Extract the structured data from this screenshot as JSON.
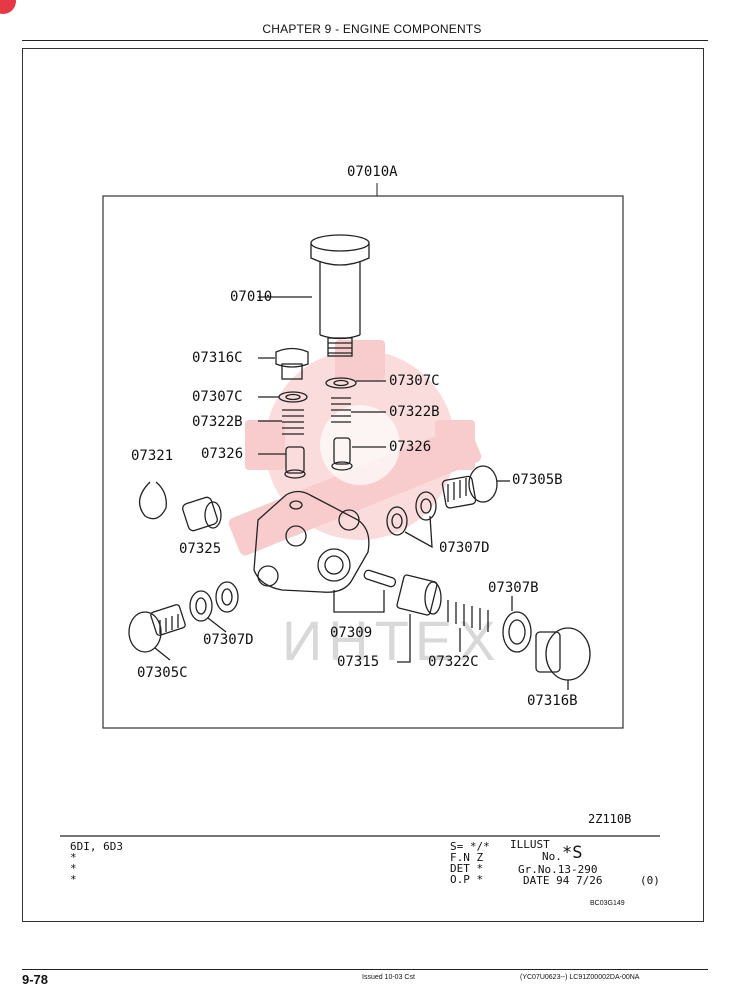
{
  "header": {
    "title": "CHAPTER 9 - ENGINE COMPONENTS"
  },
  "diagram": {
    "assembly_label": "07010A",
    "parts": {
      "p07010": "07010",
      "p07316C": "07316C",
      "p07307C_left": "07307C",
      "p07322B_left": "07322B",
      "p07326_left": "07326",
      "p07321": "07321",
      "p07307C_right": "07307C",
      "p07322B_right": "07322B",
      "p07326_right": "07326",
      "p07305B": "07305B",
      "p07325": "07325",
      "p07307D_right": "07307D",
      "p07307B": "07307B",
      "p07307D_left": "07307D",
      "p07309": "07309",
      "p07305C": "07305C",
      "p07315": "07315",
      "p07322C": "07322C",
      "p07316B": "07316B"
    },
    "figure_code": "2Z110B",
    "watermark": "ИНТЕХ"
  },
  "info_block": {
    "models": "6DI, 6D3",
    "left_marks": [
      "*",
      "*",
      "*"
    ],
    "codes": [
      "S= */*",
      "F.N Z",
      "DET *",
      "O.P *"
    ],
    "illust_label": "ILLUST",
    "no_label": "No.",
    "no_value": "*S",
    "gr_no": "Gr.No.13-290",
    "date": "DATE 94 7/26",
    "date_suffix": "(0)",
    "doc_code": "BC03G149"
  },
  "footer": {
    "page_number": "9-78",
    "issued": "Issued 10-03   Cst",
    "pub_code": "(YC07U0623--)   LC91Z00002DA-00NA"
  },
  "colors": {
    "watermark": "#f4a3a3",
    "badge": "#e63946"
  }
}
